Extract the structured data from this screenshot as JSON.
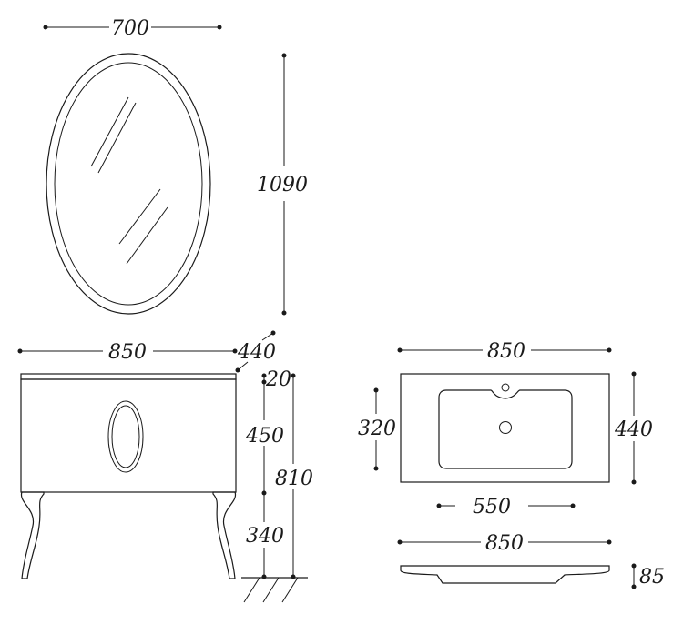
{
  "mirror": {
    "width": "700",
    "height": "1090"
  },
  "vanity": {
    "width": "850",
    "depth": "440",
    "top_thickness": "20",
    "drawer_height": "450",
    "leg_height": "340",
    "total_height": "810"
  },
  "basin_top": {
    "width": "850",
    "depth": "440",
    "bowl_depth": "320",
    "bowl_width": "550"
  },
  "basin_side": {
    "width": "850",
    "thickness": "85"
  },
  "colors": {
    "line": "#1a1a1a",
    "background": "#ffffff"
  }
}
